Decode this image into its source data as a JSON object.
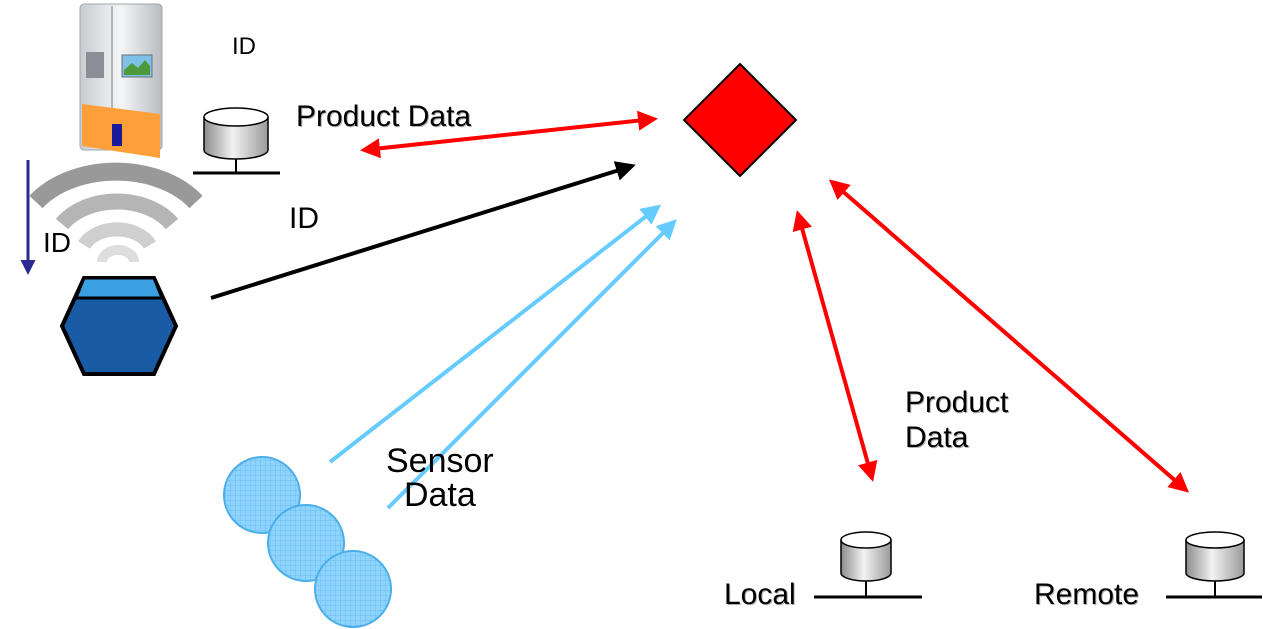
{
  "labels": {
    "id_top": "ID",
    "product_data": "Product Data",
    "id_mid": "ID",
    "id_left": "ID",
    "sensor_data": "Sensor\nData",
    "product_data_2": "Product\nData",
    "local": "Local",
    "remote": "Remote"
  },
  "icons": {
    "fridge": "refrigerator-icon",
    "database": "database-icon",
    "wireless": "wireless-signal-icon",
    "reader": "reader-hexagon-icon",
    "hub": "diamond-hub-icon",
    "sensors": "sensor-node-icon"
  },
  "colors": {
    "red_arrow": "#ff0000",
    "black_arrow": "#000000",
    "blue_arrow": "#66ccff",
    "hub_fill": "#ff0000",
    "reader_fill": "#1a5ba6",
    "reader_top": "#3aa0e0",
    "sensor_fill": "#8fd4ff",
    "down_arrow": "#2b2b8f"
  }
}
